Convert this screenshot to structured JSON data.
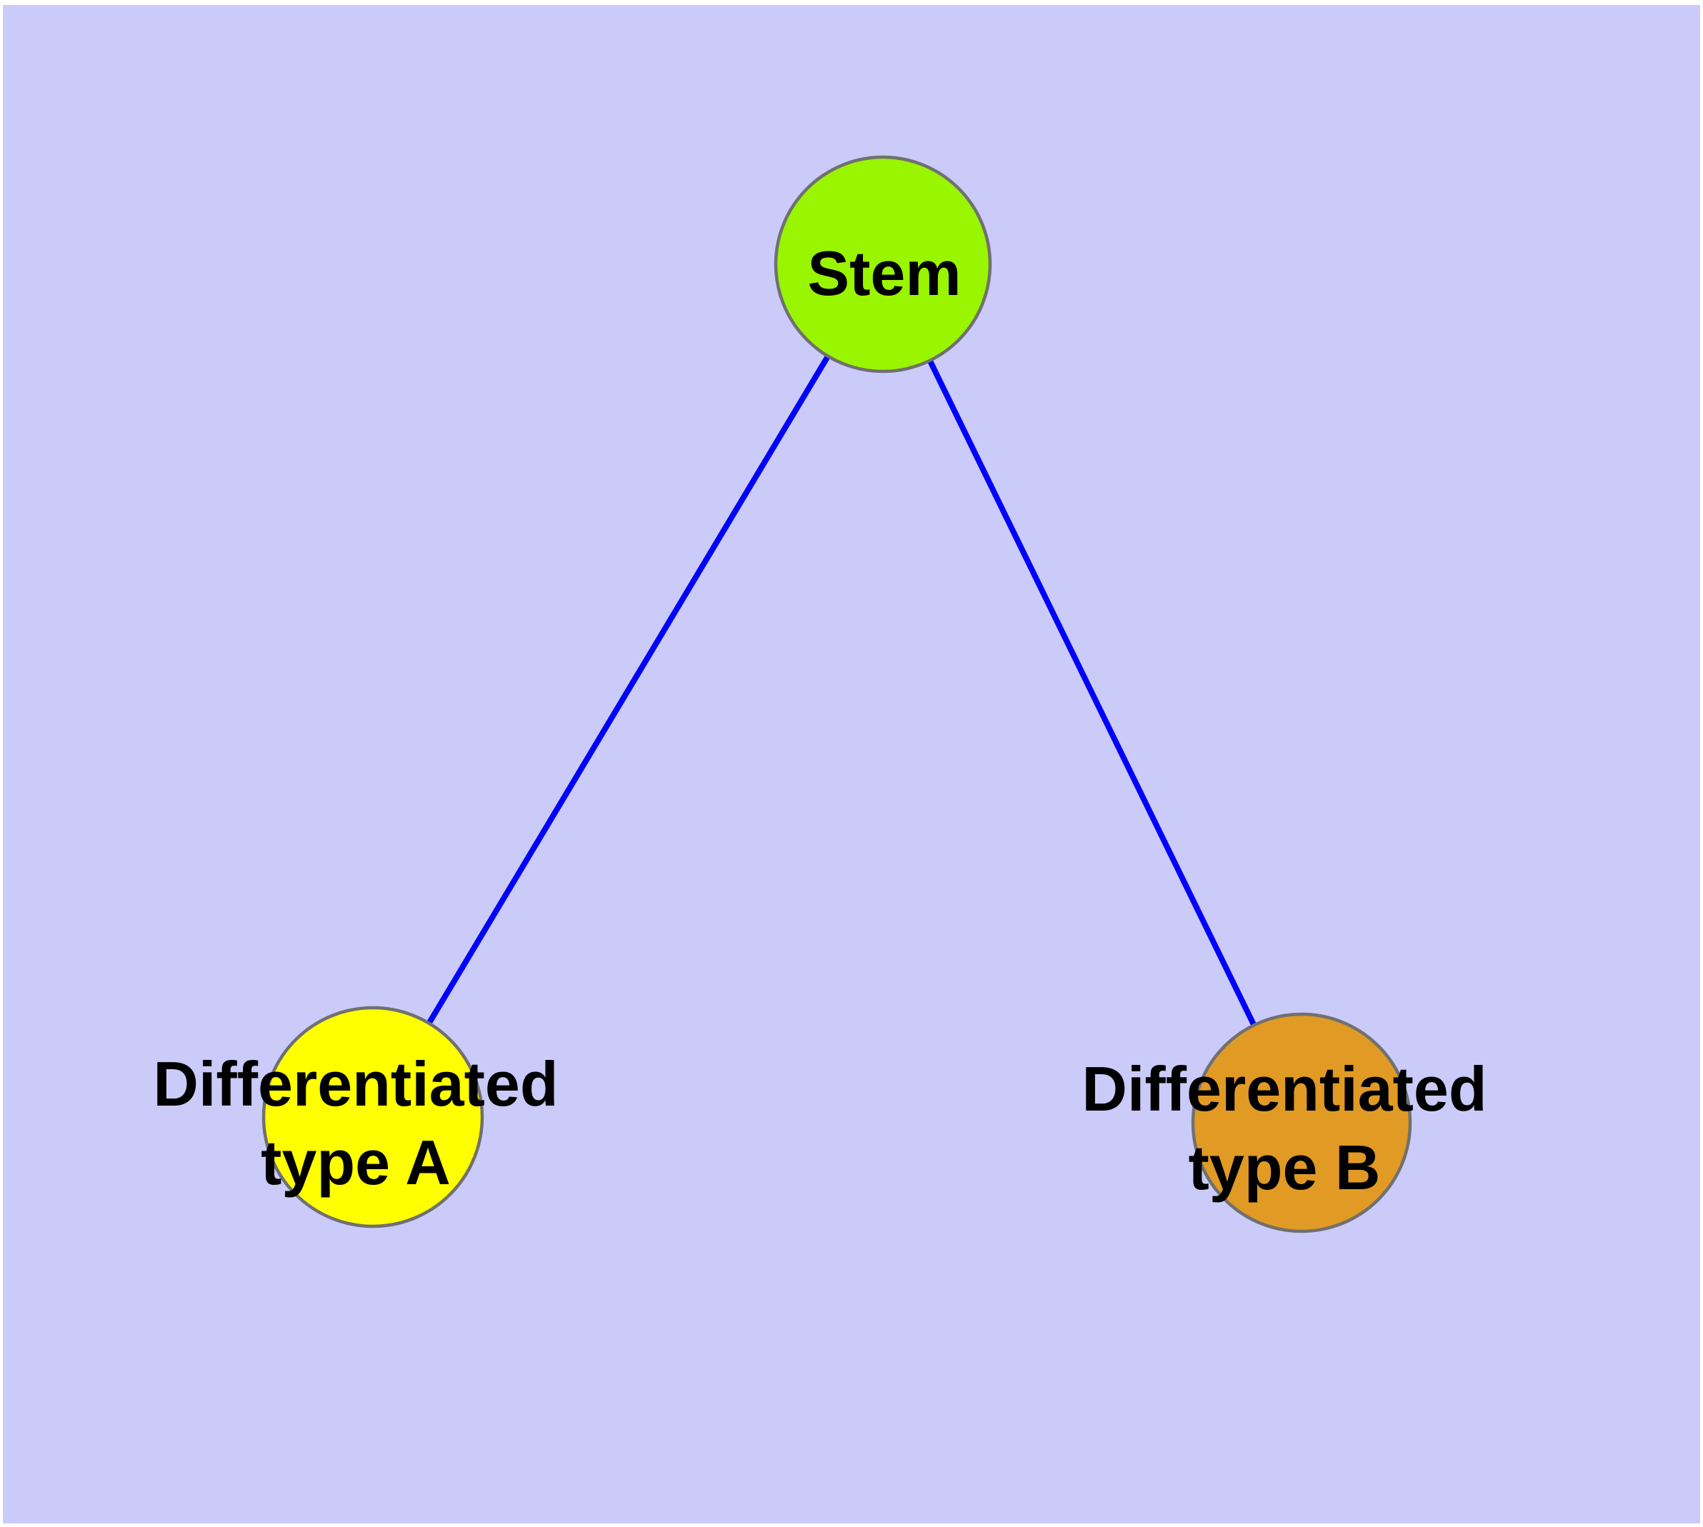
{
  "canvas": {
    "background_color": "#CBCBFA",
    "margin_color": "#FFFFFF"
  },
  "graph": {
    "type": "node-link-diagram",
    "edge_color": "#0000FF",
    "node_border_color": "#707070",
    "label_color": "#000000",
    "nodes": [
      {
        "id": "stem",
        "label": "Stem",
        "fill": "#99F500"
      },
      {
        "id": "differentiated-type-a",
        "label_line1": "Differentiated",
        "label_line2": "type A",
        "fill": "#FFFF00"
      },
      {
        "id": "differentiated-type-b",
        "label_line1": "Differentiated",
        "label_line2": "type B",
        "fill": "#E19A24"
      }
    ],
    "edges": [
      {
        "from": "stem",
        "to": "differentiated-type-a"
      },
      {
        "from": "stem",
        "to": "differentiated-type-b"
      }
    ]
  }
}
